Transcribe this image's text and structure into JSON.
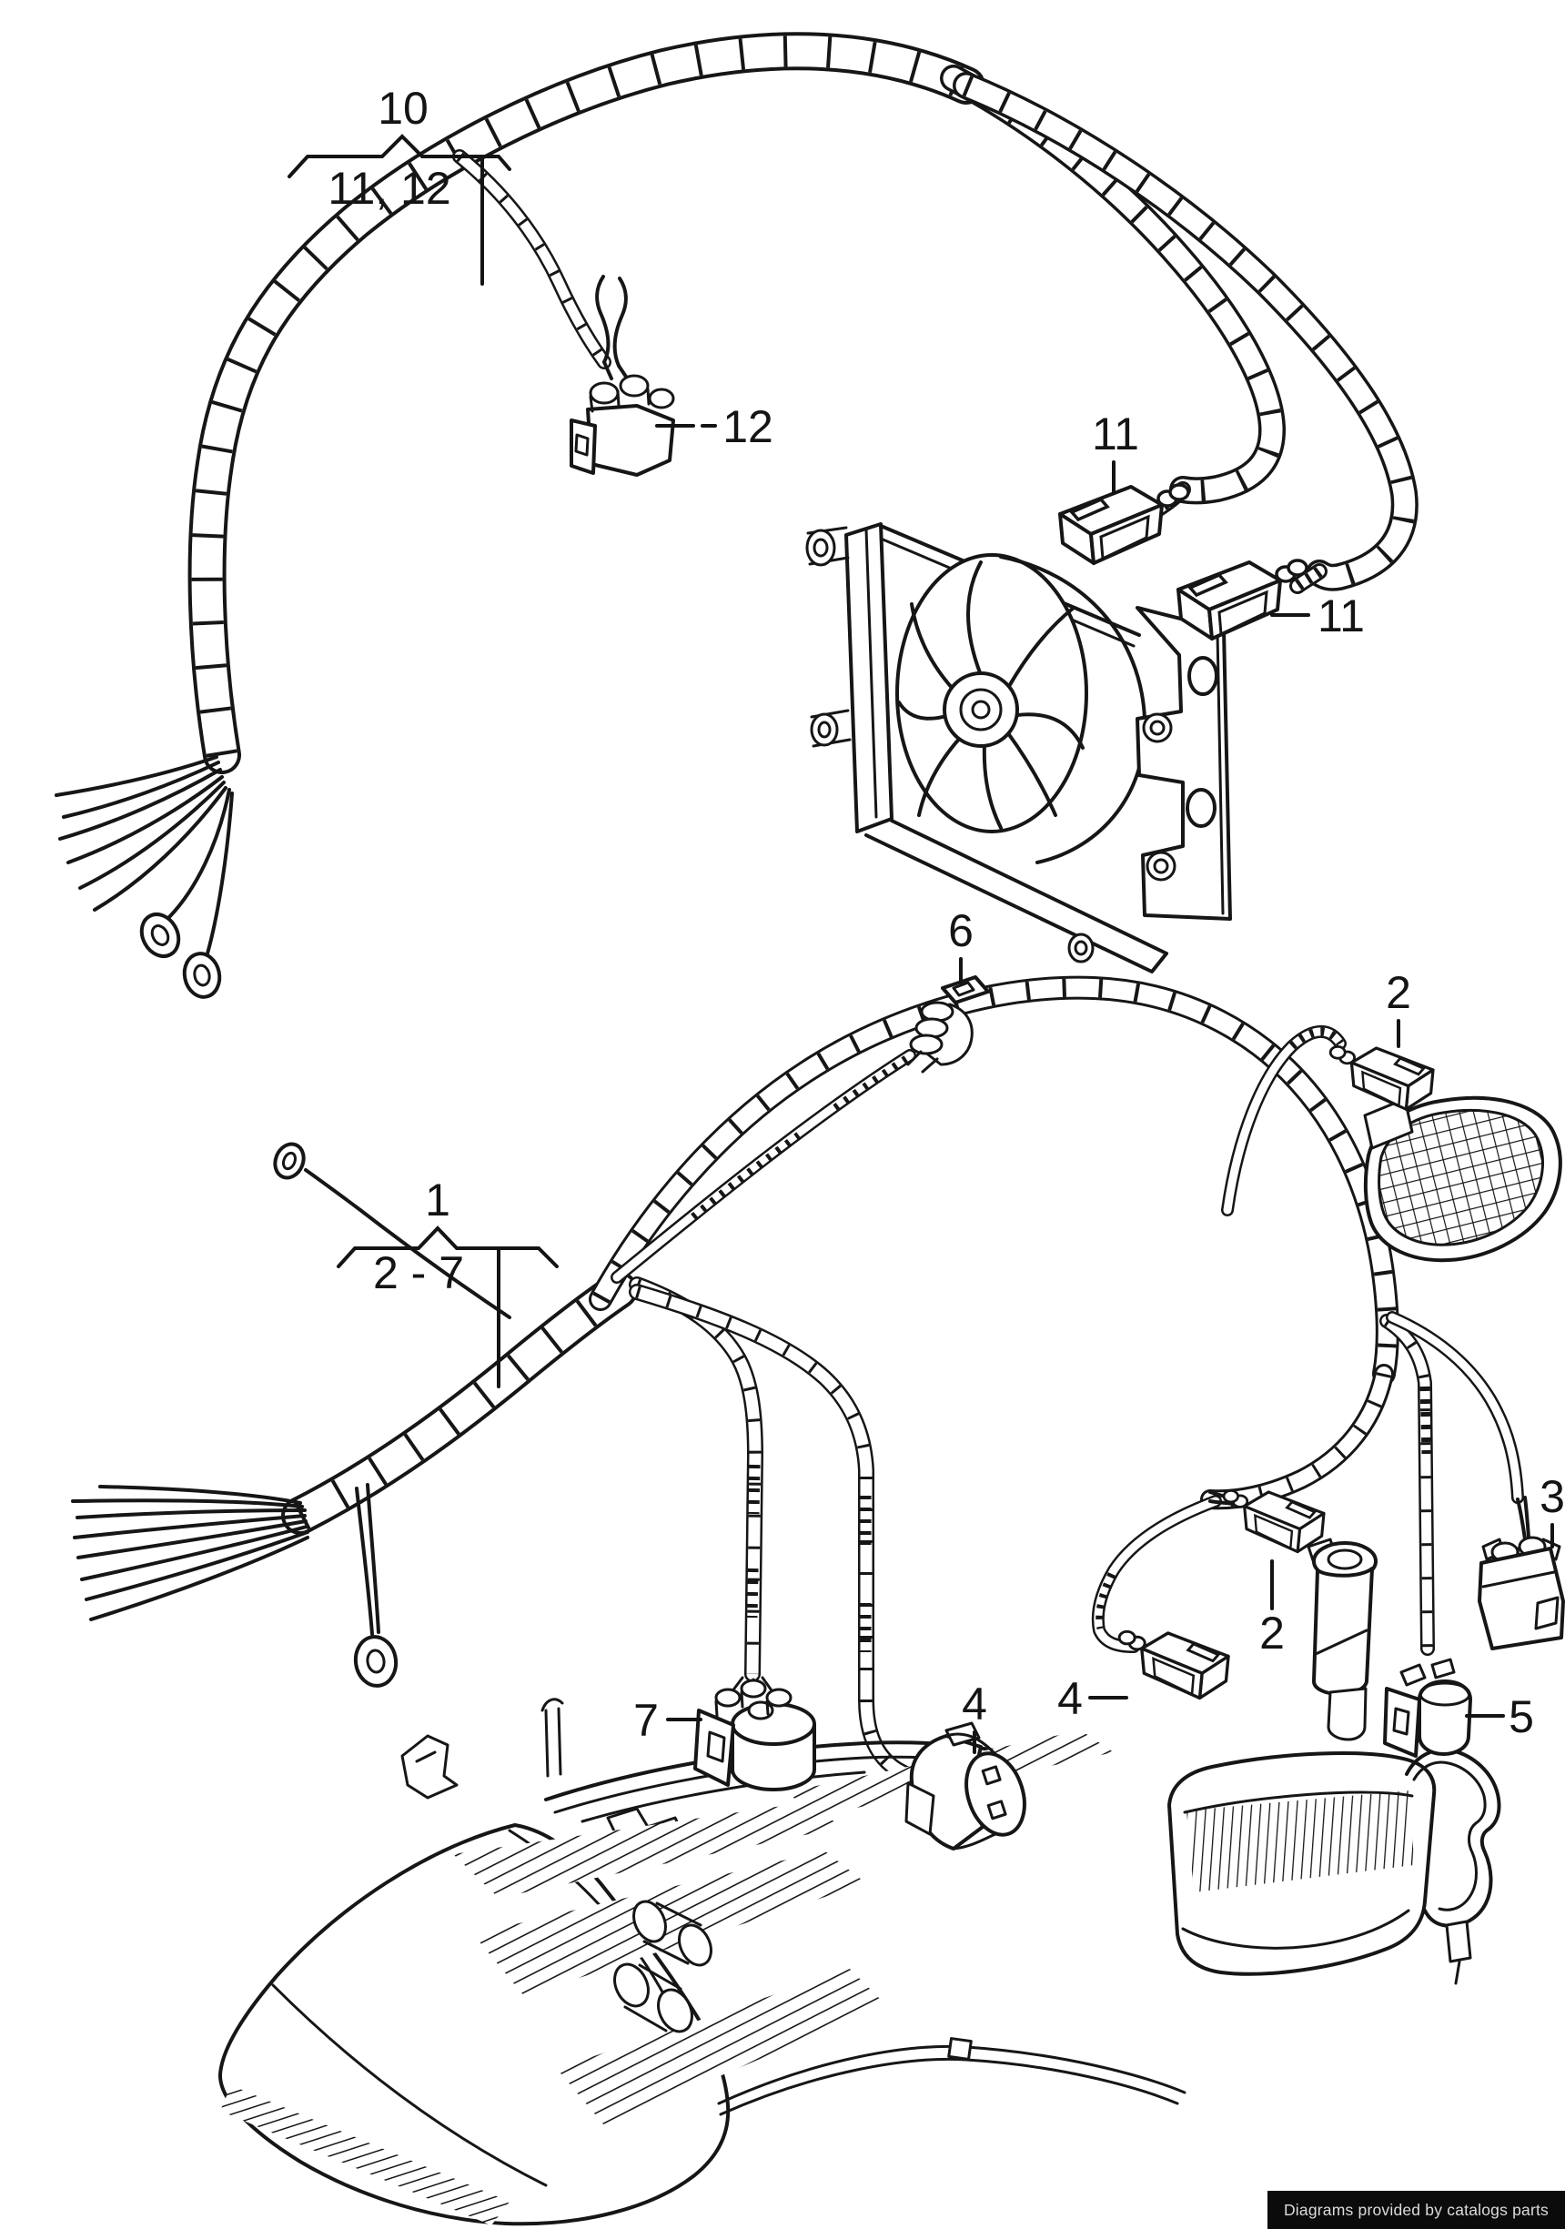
{
  "page": {
    "background": "#ffffff",
    "ink": "#161616"
  },
  "figure": {
    "kind": "vehicle wiring harness parts diagram",
    "subjects": [
      "wiring harness for radiator fan",
      "wiring harness for headlights, turn signal and fog lamps",
      "radiator fan",
      "headlight",
      "side marker lamp",
      "fog lamp"
    ],
    "groups": [
      {
        "number": "10",
        "includes": "11, 12"
      },
      {
        "number": "1",
        "includes": "2 - 7"
      }
    ],
    "callout_numbers": [
      "1",
      "2",
      "2",
      "3",
      "4",
      "4",
      "5",
      "6",
      "7",
      "10",
      "11",
      "11",
      "12"
    ]
  },
  "labels": {
    "group10_number": "10",
    "group10_range": "11, 12",
    "group1_number": "1",
    "group1_range": "2 - 7",
    "n12": "12",
    "n11a": "11",
    "n11b": "11",
    "n6": "6",
    "n2a": "2",
    "n2b": "2",
    "n7": "7",
    "n4a": "4",
    "n4b": "4",
    "n3": "3",
    "n5": "5"
  },
  "watermark": {
    "text": "Diagrams provided by catalogs parts",
    "bg": "#0b0b0b",
    "fg": "#dcdcdc"
  }
}
